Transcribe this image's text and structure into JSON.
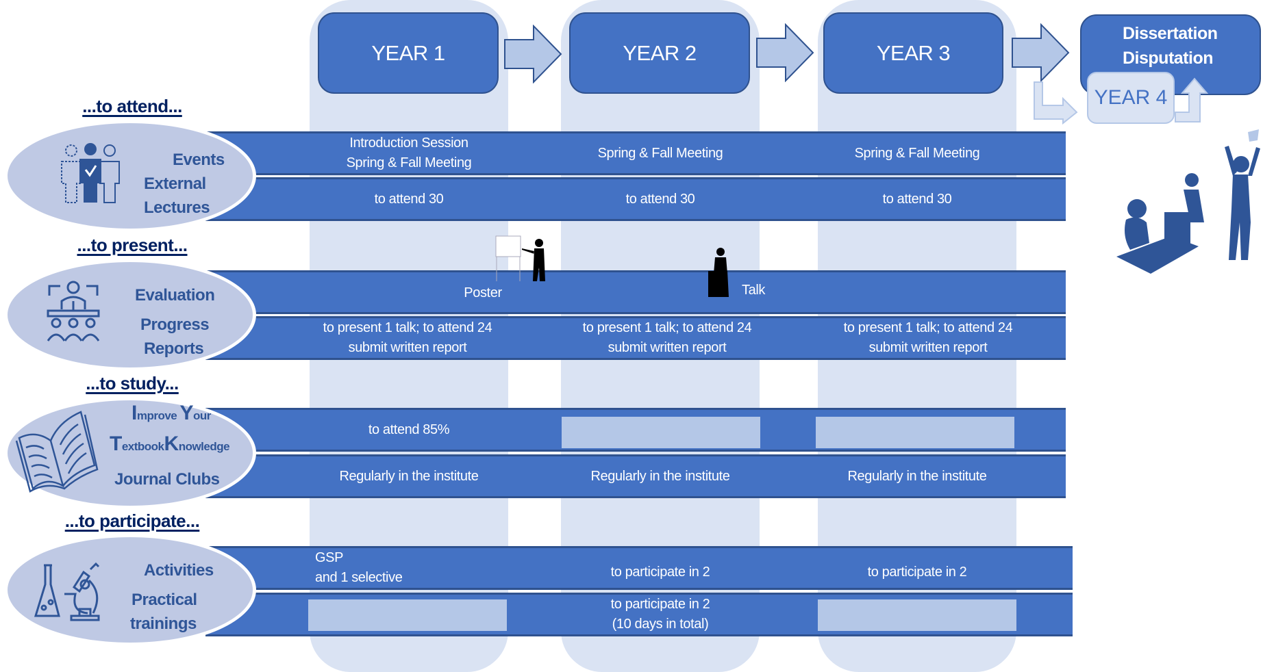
{
  "years": [
    "YEAR 1",
    "YEAR 2",
    "YEAR 3"
  ],
  "final": {
    "line1": "Dissertation",
    "line2": "Disputation",
    "year4": "YEAR 4"
  },
  "sections": [
    {
      "heading": "...to attend...",
      "labels": [
        "Events",
        "External",
        "Lectures"
      ],
      "rows": [
        [
          "Introduction Session\nSpring & Fall Meeting",
          "Spring  & Fall Meeting",
          "Spring  & Fall Meeting"
        ],
        [
          "to attend 30",
          "to attend 30",
          "to attend 30"
        ]
      ]
    },
    {
      "heading": "...to present...",
      "labels": [
        "Evaluation",
        "Progress",
        "Reports"
      ],
      "row1": {
        "poster": "Poster",
        "talk": "Talk"
      },
      "rows": [
        [
          "to present 1 talk; to attend 24\nsubmit written report",
          "to present 1 talk; to attend 24\nsubmit written report",
          "to present 1 talk; to attend 24\nsubmit written report"
        ]
      ]
    },
    {
      "heading": "...to study...",
      "labels": {
        "i": "I",
        "improve": "mprove ",
        "y": "Y",
        "our": "our",
        "t": "T",
        "textbook": "extbook",
        "k": "K",
        "knowledge": "nowledge",
        "journal": "Journal Clubs"
      },
      "rows": [
        [
          "to attend 85%"
        ],
        [
          "Regularly in the institute",
          "Regularly in the institute",
          "Regularly in the institute"
        ]
      ]
    },
    {
      "heading": "...to participate...",
      "labels": [
        "Activities",
        "Practical",
        "trainings"
      ],
      "rows": [
        [
          "GSP\nand 1 selective",
          "to participate in 2",
          "to participate in 2"
        ],
        [
          "to participate in 2\n(10 days in total)"
        ]
      ]
    }
  ],
  "colors": {
    "band": "#4472C4",
    "border": "#2F528F",
    "column": "#DAE3F3",
    "light": "#B4C7E7",
    "ellipse": "#BFC9E4",
    "heading": "#002060",
    "label": "#2F5597"
  }
}
